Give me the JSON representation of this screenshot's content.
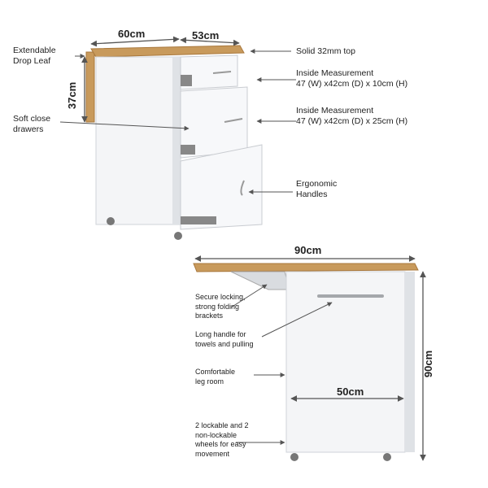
{
  "dimensions": {
    "width_top": "60cm",
    "depth_top": "53cm",
    "leaf_height": "37cm",
    "open_width": "90cm",
    "height": "90cm",
    "leg_width": "50cm"
  },
  "labels": {
    "drop_leaf": [
      "Extendable",
      "Drop Leaf"
    ],
    "solid_top": "Solid 32mm top",
    "inside_1_title": "Inside Measurement",
    "inside_1_value": "47 (W) x42cm (D) x 10cm (H)",
    "inside_2_title": "Inside Measurement",
    "inside_2_value": "47 (W) x42cm (D) x 25cm (H)",
    "soft_close": [
      "Soft close",
      "drawers"
    ],
    "ergonomic": [
      "Ergonomic",
      "Handles"
    ],
    "brackets": [
      "Secure locking,",
      "strong folding",
      "brackets"
    ],
    "long_handle": [
      "Long handle for",
      "towels and pulling"
    ],
    "leg_room": [
      "Comfortable",
      "leg room"
    ],
    "wheels": [
      "2 lockable and 2",
      "non-lockable",
      "wheels for easy",
      "movement"
    ]
  },
  "colors": {
    "cabinet": "#f4f5f7",
    "cabinet_shade": "#dfe2e6",
    "wood": "#c89a5c",
    "wood_dark": "#a9783d",
    "line": "#666666"
  }
}
